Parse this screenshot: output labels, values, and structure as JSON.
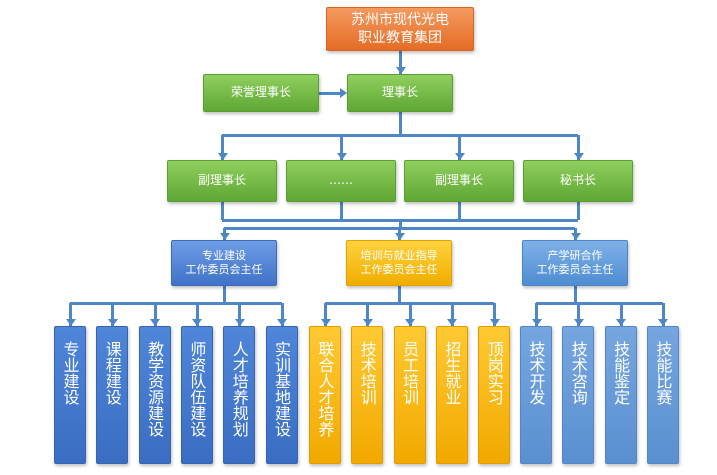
{
  "root": {
    "label": "苏州市现代光电\n职业教育集团"
  },
  "honorary_chair": {
    "label": "荣誉理事长"
  },
  "chair": {
    "label": "理事长"
  },
  "level2": [
    {
      "label": "副理事长"
    },
    {
      "label": "……"
    },
    {
      "label": "副理事长"
    },
    {
      "label": "秘书长"
    }
  ],
  "committees": [
    {
      "label": "专业建设\n工作委员会主任",
      "color": "#3f72c8",
      "children": [
        "专业建设",
        "课程建设",
        "教学资源建设",
        "师资队伍建设",
        "人才培养规划",
        "实训基地建设"
      ]
    },
    {
      "label": "培训与就业指导\n工作委员会主任",
      "color": "#f0ad00",
      "children": [
        "联合人才培养",
        "技术培训",
        "员工培训",
        "招生就业",
        "顶岗实习"
      ]
    },
    {
      "label": "产学研合作\n工作委员会主任",
      "color": "#4e8dd2",
      "children": [
        "技术开发",
        "技术咨询",
        "技能鉴定",
        "技能比赛"
      ]
    }
  ],
  "colors": {
    "connector": "#4f86c6",
    "root": "#e46c25",
    "green": "#5fa734"
  }
}
